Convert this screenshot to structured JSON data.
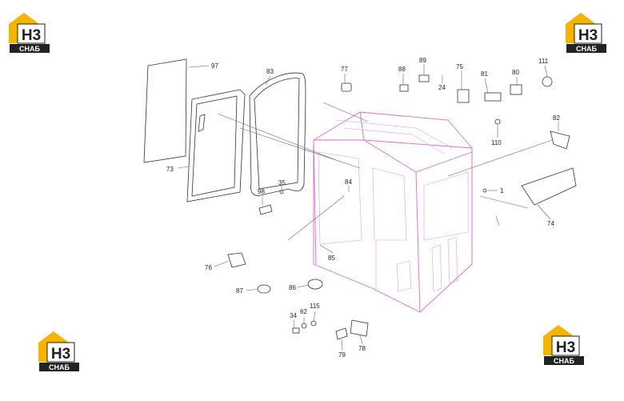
{
  "logo": {
    "mark": "Н3",
    "word": "СНАБ",
    "color": "#f4b400"
  },
  "part_labels": [
    "97",
    "73",
    "83",
    "98",
    "35",
    "77",
    "88",
    "89",
    "24",
    "75",
    "81",
    "80",
    "111",
    "110",
    "82",
    "1",
    "74",
    "84",
    "85",
    "76",
    "87",
    "86",
    "34",
    "62",
    "115",
    "79",
    "78"
  ]
}
